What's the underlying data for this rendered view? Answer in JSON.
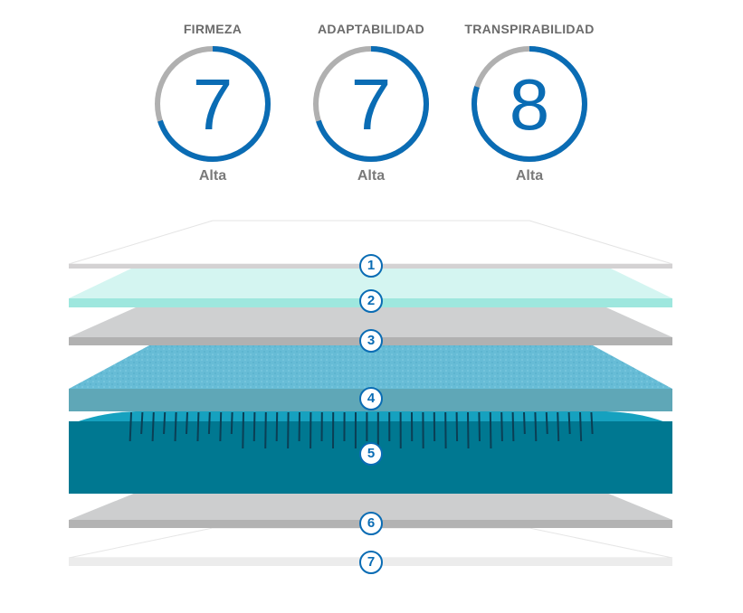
{
  "ratings": [
    {
      "title": "FIRMEZA",
      "value": "7",
      "score": 7,
      "max": 10,
      "level": "Alta"
    },
    {
      "title": "ADAPTABILIDAD",
      "value": "7",
      "score": 7,
      "max": 10,
      "level": "Alta"
    },
    {
      "title": "TRANSPIRABILIDAD",
      "value": "8",
      "score": 8,
      "max": 10,
      "level": "Alta"
    }
  ],
  "layers": [
    "1",
    "2",
    "3",
    "4",
    "5",
    "6",
    "7"
  ],
  "colors": {
    "accent": "#0a6cb4",
    "track": "#b0b0b0"
  }
}
